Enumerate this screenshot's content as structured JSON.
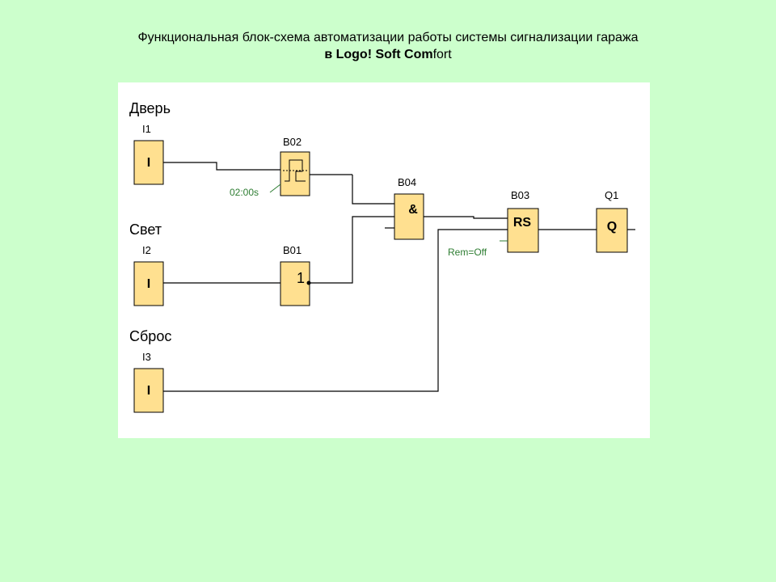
{
  "title": {
    "line1": "Функциональная блок-схема автоматизации работы системы сигнализации гаража",
    "line2_prefix": "в ",
    "line2_bold": "Logo! Soft Com",
    "line2_suffix": "fort"
  },
  "diagram": {
    "inputs": [
      {
        "name": "Дверь",
        "id": "I1",
        "symbol": "I"
      },
      {
        "name": "Свет",
        "id": "I2",
        "symbol": "I"
      },
      {
        "name": "Сброс",
        "id": "I3",
        "symbol": "I"
      }
    ],
    "blocks": {
      "b02": {
        "id": "B02",
        "param": "02:00s"
      },
      "b01": {
        "id": "B01",
        "symbol": "1"
      },
      "b04": {
        "id": "B04",
        "symbol": "&"
      },
      "b03": {
        "id": "B03",
        "symbol": "RS",
        "param": "Rem=Off"
      },
      "q1": {
        "id": "Q1",
        "symbol": "Q"
      }
    }
  }
}
